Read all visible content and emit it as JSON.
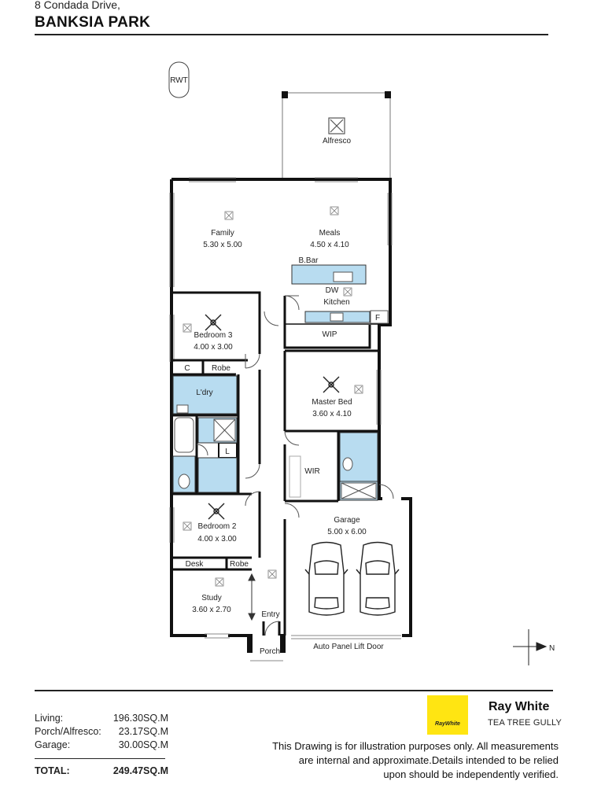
{
  "header": {
    "street": "8 Condada Drive,",
    "suburb": "BANKSIA PARK"
  },
  "plan": {
    "labels": {
      "rwt": "RWT",
      "alfresco": "Alfresco",
      "family": "Family",
      "family_dim": "5.30 x 5.00",
      "meals": "Meals",
      "meals_dim": "4.50 x 4.10",
      "bbar": "B.Bar",
      "dw": "DW",
      "kitchen": "Kitchen",
      "fridge": "F",
      "wip": "WIP",
      "bed3": "Bedroom 3",
      "bed3_dim": "4.00 x 3.00",
      "c": "C",
      "robe3": "Robe",
      "ldry": "L'dry",
      "l": "L",
      "master": "Master Bed",
      "master_dim": "3.60 x 4.10",
      "wir": "WIR",
      "garage": "Garage",
      "garage_dim": "5.00 x 6.00",
      "bed2": "Bedroom 2",
      "bed2_dim": "4.00 x 3.00",
      "desk": "Desk",
      "robe2": "Robe",
      "study": "Study",
      "study_dim": "3.60 x 2.70",
      "entry": "Entry",
      "porch": "Porch",
      "lift_door": "Auto Panel Lift Door",
      "north": "N"
    }
  },
  "areas": [
    {
      "label": "Living:",
      "value": "196.30SQ.M"
    },
    {
      "label": "Porch/Alfresco:",
      "value": "23.17SQ.M"
    },
    {
      "label": "Garage:",
      "value": "30.00SQ.M"
    }
  ],
  "total": {
    "label": "TOTAL:",
    "value": "249.47SQ.M"
  },
  "agency": {
    "logo_text": "RayWhite",
    "name": "Ray White",
    "office": "TEA TREE GULLY"
  },
  "disclaimer": [
    "This Drawing is for illustration purposes only. All measurements",
    "are internal and approximate.Details intended to be relied",
    "upon should be independently verified."
  ],
  "colors": {
    "wet_area": "#b8dcf0",
    "wall": "#111111",
    "logo": "#ffe512"
  }
}
